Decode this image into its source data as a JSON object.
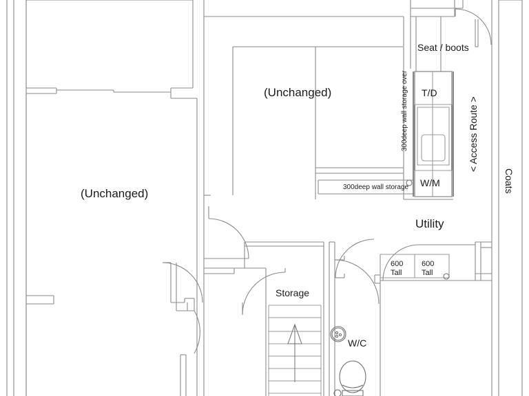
{
  "drawing": {
    "type": "architectural-floor-plan",
    "description": "Ground floor plan showing utility room, W/C, storage and stairs",
    "line_color": "#8a8a8a",
    "text_color": "#1a1a1a",
    "background": "#ffffff"
  },
  "labels": {
    "unchanged_left": "(Unchanged)",
    "unchanged_centre": "(Unchanged)",
    "seat_boots": "Seat / boots",
    "tumble_dryer": "T/D",
    "washing_machine": "W/M",
    "wall_storage_over": "300deep wall storage over",
    "wall_storage": "300deep wall storage",
    "access_route": "< Access Route >",
    "coats": "Coats",
    "utility": "Utility",
    "tall_unit_1_size": "600",
    "tall_unit_1_type": "Tall",
    "tall_unit_2_size": "600",
    "tall_unit_2_type": "Tall",
    "storage": "Storage",
    "wc": "W/C"
  },
  "rooms": [
    {
      "name": "unchanged-left",
      "label": "(Unchanged)"
    },
    {
      "name": "unchanged-centre",
      "label": "(Unchanged)"
    },
    {
      "name": "utility",
      "label": "Utility"
    },
    {
      "name": "storage",
      "label": "Storage"
    },
    {
      "name": "wc",
      "label": "W/C"
    }
  ],
  "appliances": [
    {
      "name": "tumble-dryer",
      "label": "T/D"
    },
    {
      "name": "washing-machine",
      "label": "W/M"
    },
    {
      "name": "tall-unit-left",
      "size": "600",
      "type": "Tall"
    },
    {
      "name": "tall-unit-right",
      "size": "600",
      "type": "Tall"
    }
  ],
  "annotations": [
    {
      "name": "wall-storage-over",
      "text": "300deep wall storage over",
      "orientation": "vertical"
    },
    {
      "name": "wall-storage",
      "text": "300deep wall storage",
      "orientation": "horizontal"
    },
    {
      "name": "access-route",
      "text": "< Access Route >",
      "orientation": "vertical"
    },
    {
      "name": "coats",
      "text": "Coats",
      "orientation": "vertical"
    },
    {
      "name": "seat-boots",
      "text": "Seat / boots",
      "orientation": "horizontal"
    }
  ]
}
